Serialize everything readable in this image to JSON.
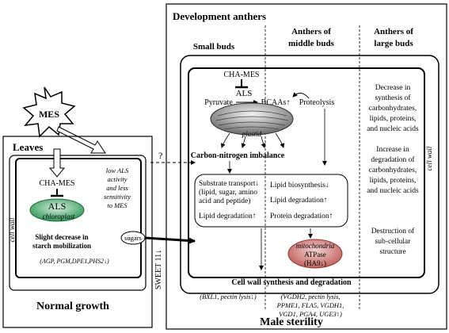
{
  "mes_label": "MES",
  "question_mark": "?",
  "leaves": {
    "title": "Leaves",
    "footer": "Normal growth",
    "cell_wall": "cell wall",
    "cha_mes": "CHA-MES",
    "als": "ALS",
    "chloroplast": "chloroplast",
    "sensitivity_note": [
      "low ALS",
      "activity",
      "and less",
      "sensitivity",
      "to MES"
    ],
    "starch_title": [
      "Slight decrease in",
      "starch mobilization"
    ],
    "starch_genes": "(AGP, PGM,DPE1,PHS2↓)",
    "sugars": "sugars",
    "sweet": "SWEET 11↓"
  },
  "anthers": {
    "title": "Development anthers",
    "footer": "Male sterility",
    "cell_wall": "cell wall",
    "col_small": "Small buds",
    "col_middle": [
      "Anthers of",
      "middle buds"
    ],
    "col_large": [
      "Anthers of",
      "large buds"
    ],
    "cha_mes": "CHA-MES",
    "als": "ALS",
    "pyruvate": "Pyruvate",
    "bcaas": "BCAAs↑",
    "proteolysis": "Proteolysis",
    "plastid": "plastid",
    "cn_imbalance": "Carbon-nitrogen imbalance",
    "substrate": [
      "Substrate transport↓",
      "(lipid, sugar, amino",
      "acid and peptide)"
    ],
    "lipid_deg_left": "Lipid degradation↑",
    "lipid_bio": "Lipid biosynthesis↓",
    "lipid_deg_mid": "Lipid degradation↑",
    "protein_deg": "Protein degradation↑",
    "mito": [
      "mitochondria",
      "ATPase",
      "(HA9↓)"
    ],
    "large_1": [
      "Decrease in",
      "synthesis of",
      "carbonhydrates,",
      "lipids, proteins,",
      "and nucleic acids"
    ],
    "large_2": [
      "Increase in",
      "degradation of",
      "carbonhydrates,",
      "lipids, proteins,",
      "and nucleic acids"
    ],
    "large_3": [
      "Destruction of",
      "sub-cellular",
      "structure"
    ],
    "cw_title": "Cell wall  synthesis and degradation",
    "cw_left": "(BXL1, pectin lysis↓)",
    "cw_mid": [
      "(VGDH2, pectin lysis,",
      "PPME1, FLA5, VGDH1,",
      "VGD1, PGA4, UGE3↑)"
    ]
  }
}
